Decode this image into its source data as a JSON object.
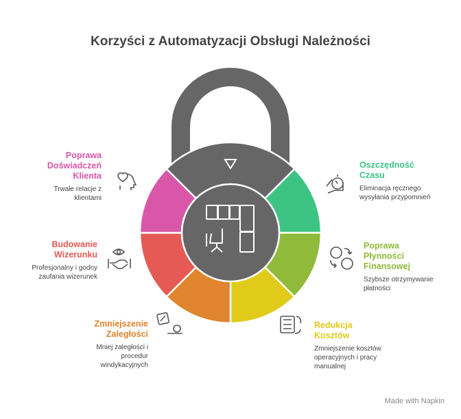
{
  "title": "Korzyści z Automatyzacji Obsługi Należności",
  "colors": {
    "gray": "#666666",
    "pink": "#d957a9",
    "red": "#e55a54",
    "orange": "#e0842e",
    "yellow": "#e0cb1a",
    "lime": "#8fba3a",
    "green": "#3dc485"
  },
  "items": [
    {
      "title": "Poprawa Doświadczeń Klienta",
      "desc": "Trwałe relacje z klientami",
      "icon": "head-heart-icon"
    },
    {
      "title": "Budowanie Wizerunku",
      "desc": "Profesjonalny i godny zaufania wizerunek",
      "icon": "eye-handshake-icon"
    },
    {
      "title": "Zmniejszenie Zaległości",
      "desc": "Mniej zaległości i procedur windykacyjnych",
      "icon": "overdue-icon"
    },
    {
      "title": "Oszczędność Czasu",
      "desc": "Eliminacja ręcznego wysyłania przypomnień",
      "icon": "stopwatch-hand-icon"
    },
    {
      "title": "Poprawa Płynności Finansowej",
      "desc": "Szybsze otrzymywanie płatności",
      "icon": "exchange-icon"
    },
    {
      "title": "Redukcja Kosztów",
      "desc": "Zmniejszenie kosztów operacyjnych i pracy manualnej",
      "icon": "calculator-icon"
    }
  ],
  "footer": "Made with  Napkin"
}
